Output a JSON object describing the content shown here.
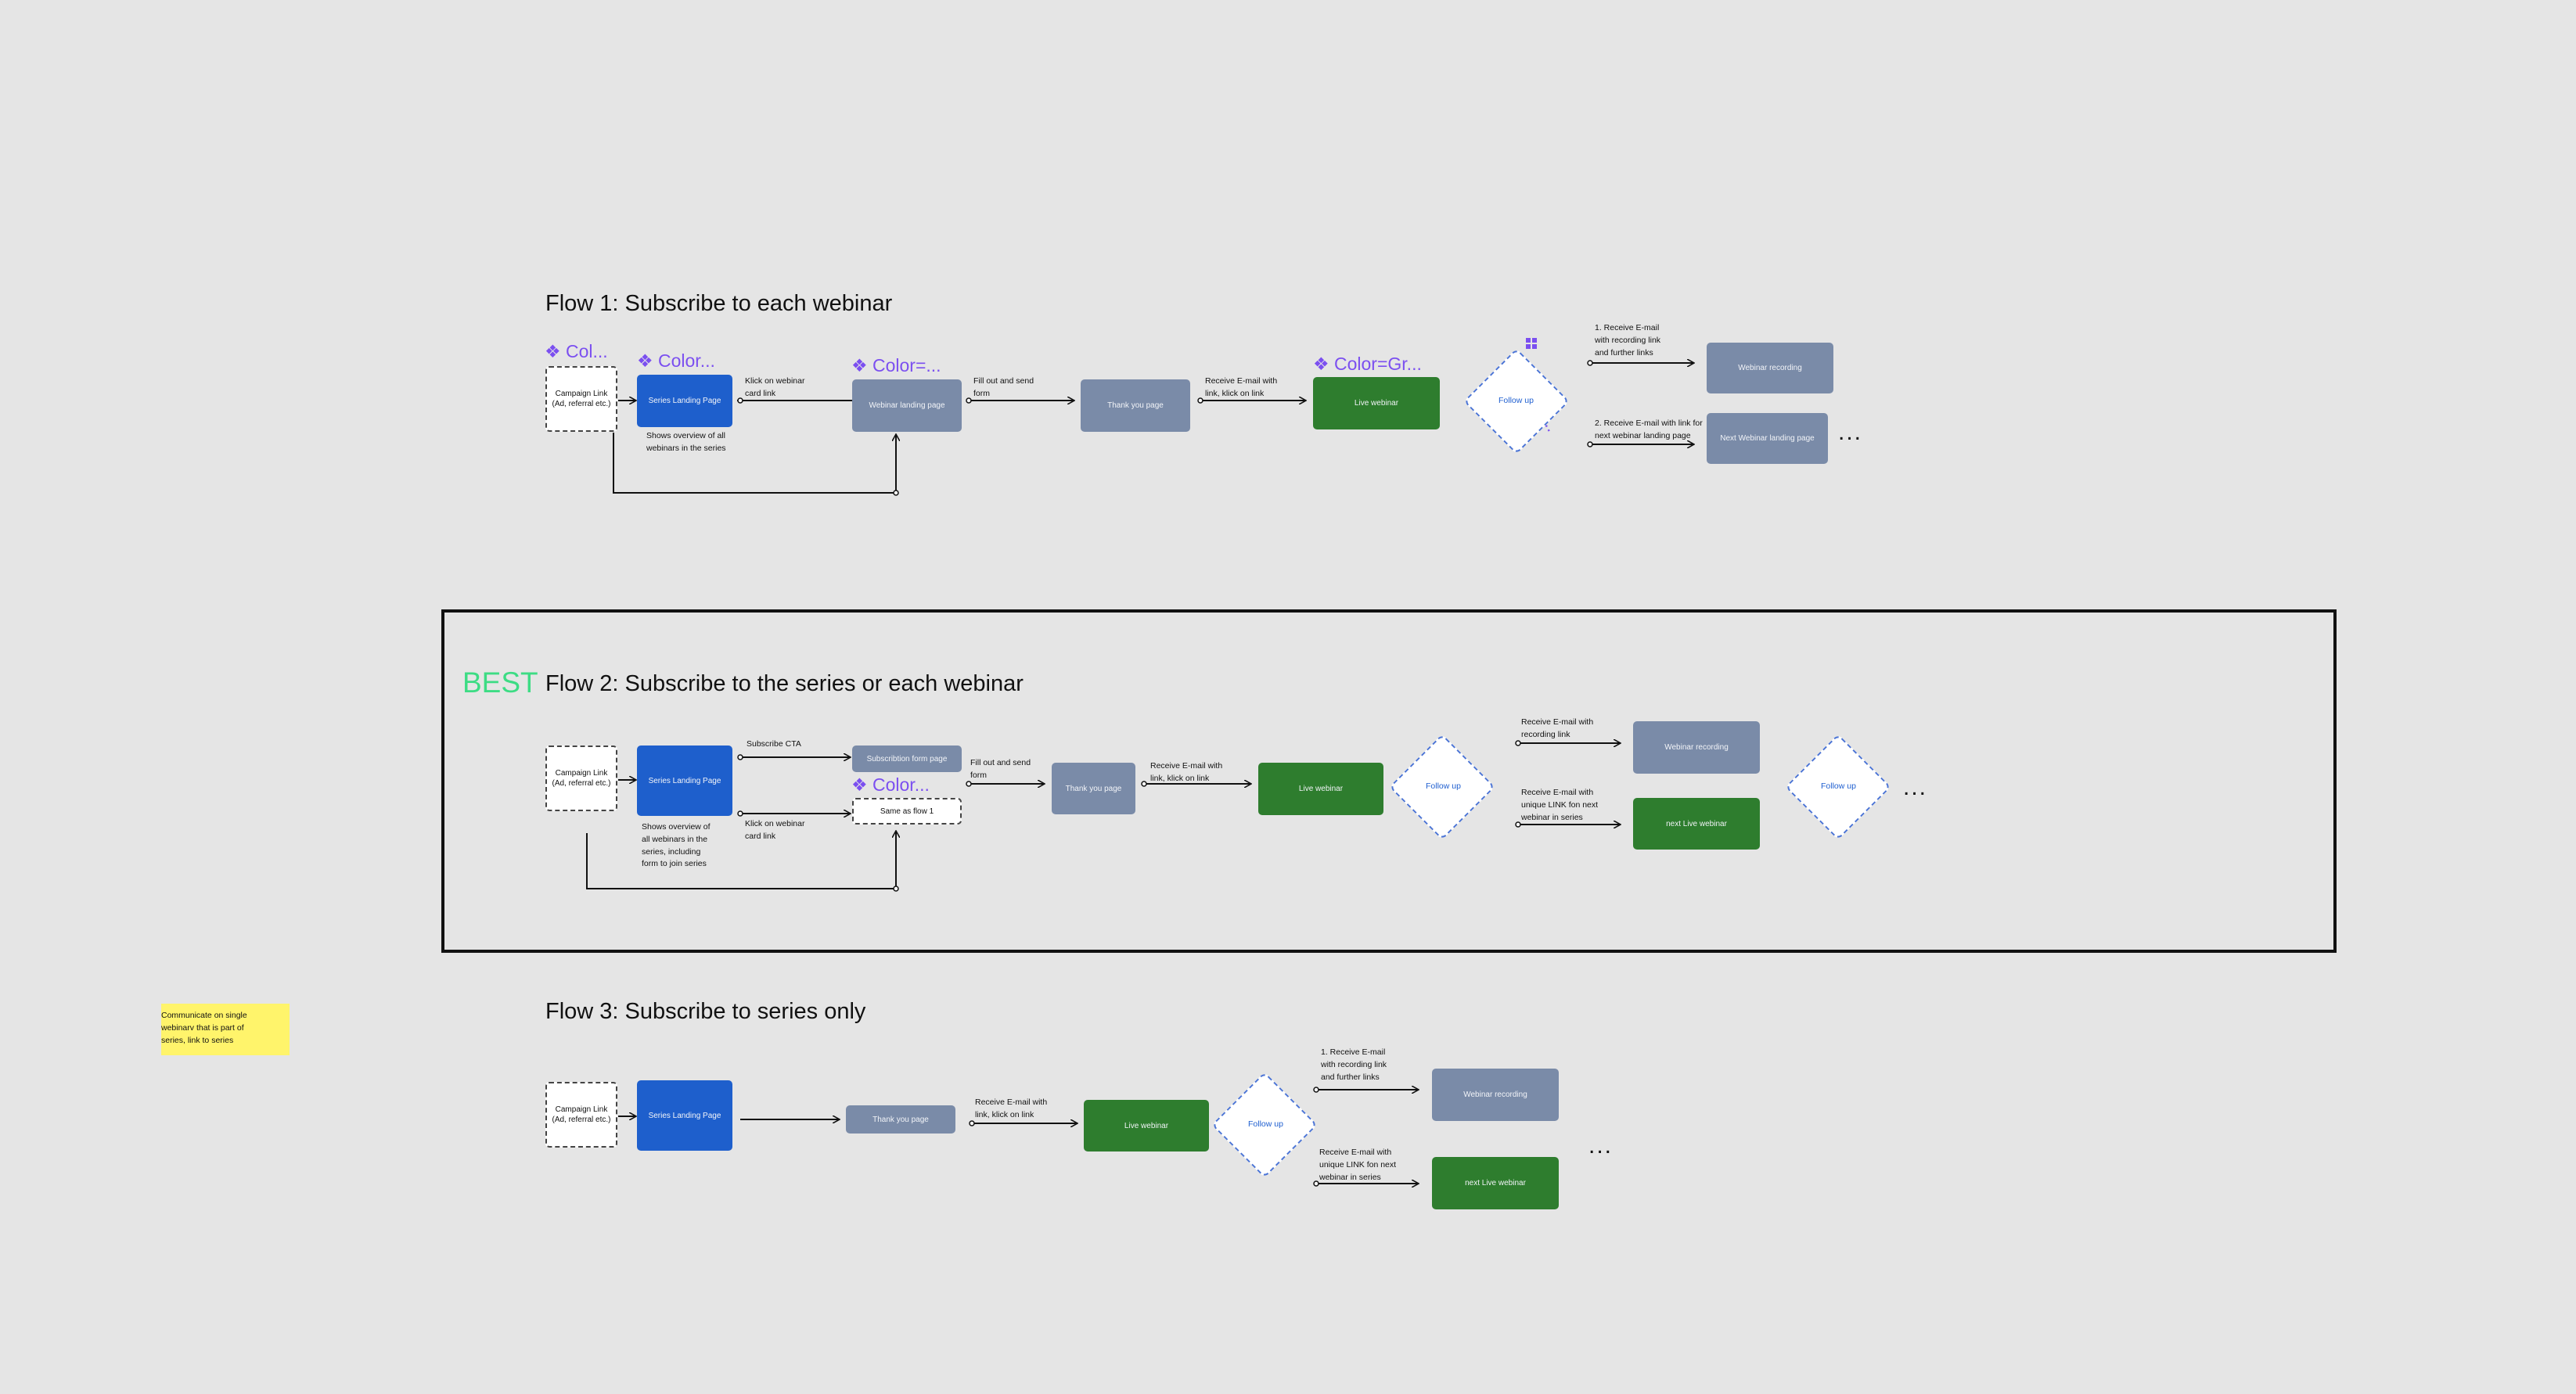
{
  "flow1": {
    "title": "Flow 1: Subscribe to each webinar",
    "components": [
      "❖ Col...",
      "❖ Color...",
      "❖ Color=...",
      "❖ Color=Gr...",
      "Color=..."
    ],
    "campaign_link": "Campaign Link\n(Ad, referral etc.)",
    "series_landing": "Series Landing Page",
    "series_note": "Shows overview of all\nwebinars in the series",
    "klick_card": "Klick on webinar\ncard link",
    "webinar_landing": "Webinar landing page",
    "fill_out": "Fill out and send\nform",
    "thank_you": "Thank you page",
    "receive_email": "Receive E-mail with\nlink, klick on link",
    "live_webinar": "Live webinar",
    "follow_up": "Follow up",
    "receive_recording": "1. Receive E-mail\nwith  recording link\nand further links",
    "webinar_recording": "Webinar recording",
    "receive_next": "2. Receive E-mail with link for\nnext webinar landing page",
    "next_landing": "Next Webinar landing page",
    "dots": "..."
  },
  "flow2": {
    "best": "BEST",
    "title": "Flow 2: Subscribe to the series or each webinar",
    "components": [
      "❖ Color..."
    ],
    "campaign_link": "Campaign Link\n(Ad, referral etc.)",
    "series_landing": "Series Landing Page",
    "series_note": "Shows overview of\nall webinars in the\nseries, including\nform to join series",
    "subscribe_cta": "Subscribe CTA",
    "subscription_form": "Subscribtion form page",
    "klick_card": "Klick on webinar\ncard link",
    "same_as": "Same as flow 1",
    "fill_out": "Fill out and send\nform",
    "thank_you": "Thank you page",
    "receive_email": "Receive E-mail with\nlink, klick on link",
    "live_webinar": "Live webinar",
    "follow_up": "Follow up",
    "receive_recording": "Receive E-mail with\nrecording link",
    "webinar_recording": "Webinar recording",
    "receive_unique": "Receive E-mail with\nunique LINK fon next\nwebinar in series",
    "next_live": "next Live webinar",
    "follow_up2": "Follow up",
    "dots": "..."
  },
  "flow3": {
    "title": "Flow 3: Subscribe to series only",
    "campaign_link": "Campaign Link\n(Ad, referral etc.)",
    "series_landing": "Series Landing Page",
    "thank_you": "Thank you page",
    "receive_email": "Receive E-mail with\nlink, klick on link",
    "live_webinar": "Live webinar",
    "follow_up": "Follow up",
    "receive_recording": "1. Receive E-mail\nwith  recording link\nand further links",
    "webinar_recording": "Webinar recording",
    "receive_unique": "Receive E-mail with\nunique LINK fon next\nwebinar in series",
    "next_live": "next Live webinar",
    "dots": "..."
  },
  "sticky_note": "Communicate on single\nwebinarv that is part of\nseries, link to series",
  "colors": {
    "background": "#e5e5e5",
    "blue": "#1e5fcc",
    "grey": "#7a8ba8",
    "green": "#2e7d2e",
    "component": "#7b4ff0",
    "best": "#3ddc84",
    "sticky": "#fff46b"
  }
}
